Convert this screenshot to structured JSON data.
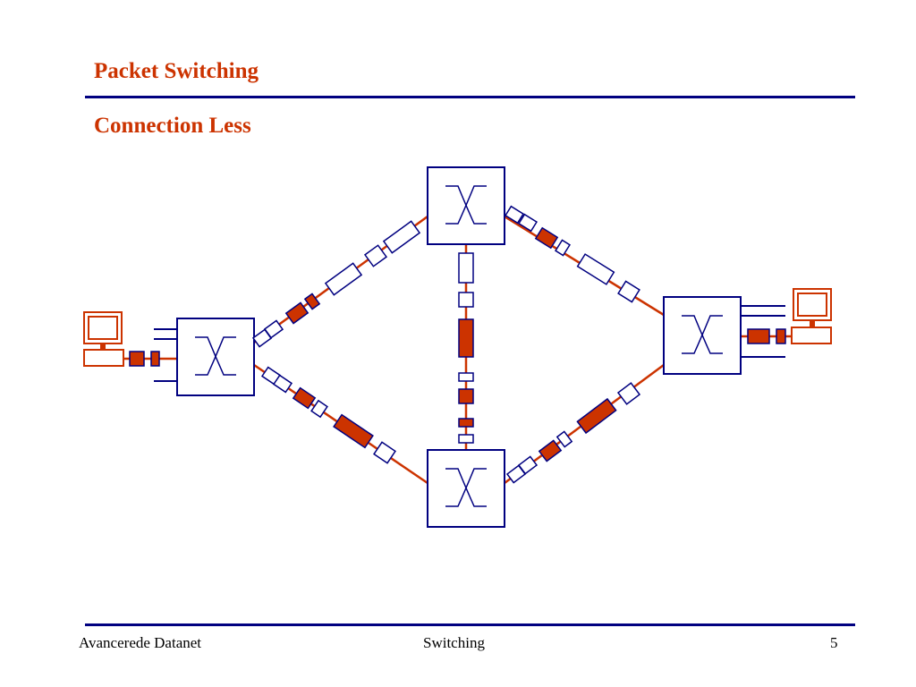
{
  "slide": {
    "title": "Packet Switching",
    "subtitle": "Connection Less"
  },
  "footer": {
    "left": "Avancerede Datanet",
    "center": "Switching",
    "page_number": "5"
  },
  "colors": {
    "accent": "#cc3300",
    "navy": "#000080",
    "packet_fill": "#cc3300",
    "background": "#ffffff"
  },
  "diagram": {
    "nodes": [
      {
        "id": "host-left",
        "kind": "computer",
        "icon": "computer-icon"
      },
      {
        "id": "switch-left",
        "kind": "switch",
        "icon": "crossbar-switch-icon"
      },
      {
        "id": "switch-top",
        "kind": "switch",
        "icon": "crossbar-switch-icon"
      },
      {
        "id": "switch-bottom",
        "kind": "switch",
        "icon": "crossbar-switch-icon"
      },
      {
        "id": "switch-right",
        "kind": "switch",
        "icon": "crossbar-switch-icon"
      },
      {
        "id": "host-right",
        "kind": "computer",
        "icon": "computer-icon"
      }
    ],
    "links": [
      {
        "from": "host-left",
        "to": "switch-left"
      },
      {
        "from": "switch-left",
        "to": "switch-top"
      },
      {
        "from": "switch-left",
        "to": "switch-bottom"
      },
      {
        "from": "switch-top",
        "to": "switch-bottom"
      },
      {
        "from": "switch-top",
        "to": "switch-right"
      },
      {
        "from": "switch-bottom",
        "to": "switch-right"
      },
      {
        "from": "switch-right",
        "to": "host-right"
      }
    ]
  }
}
